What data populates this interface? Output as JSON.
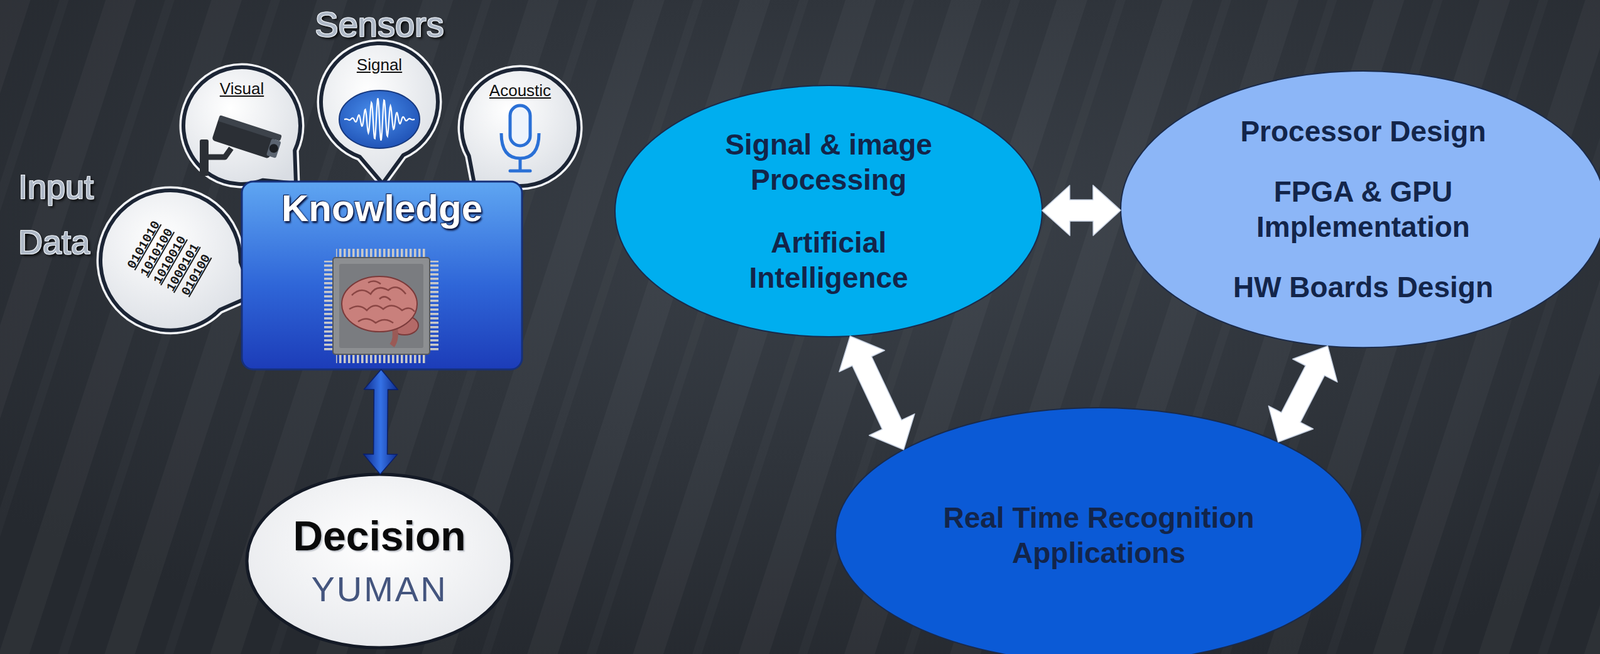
{
  "diagram": {
    "nodes": [
      {
        "text": [
          "Visual"
        ]
      },
      {
        "text": [
          "Signal"
        ]
      },
      {
        "text": [
          "Acoustic"
        ]
      },
      {
        "text": [
          "0101010 1010100 1010010 1000101 010100"
        ]
      },
      {
        "text": [
          "Knowledge"
        ]
      },
      {
        "text": [
          "Decision",
          "YUMAN"
        ]
      },
      {
        "text": [
          "Signal & image Processing",
          "Artificial Intelligence"
        ]
      },
      {
        "text": [
          "Processor Design",
          "FPGA & GPU Implementation",
          "HW Boards Design"
        ]
      },
      {
        "text": [
          "Real Time Recognition Applications"
        ]
      }
    ],
    "edges": [
      {
        "from": 4,
        "to": 5,
        "arrow": "both"
      },
      {
        "from": 6,
        "to": 7,
        "arrow": "both"
      },
      {
        "from": 6,
        "to": 8,
        "arrow": "both"
      },
      {
        "from": 7,
        "to": 8,
        "arrow": "both"
      }
    ],
    "labels": [
      "Sensors",
      "Input Data"
    ]
  }
}
